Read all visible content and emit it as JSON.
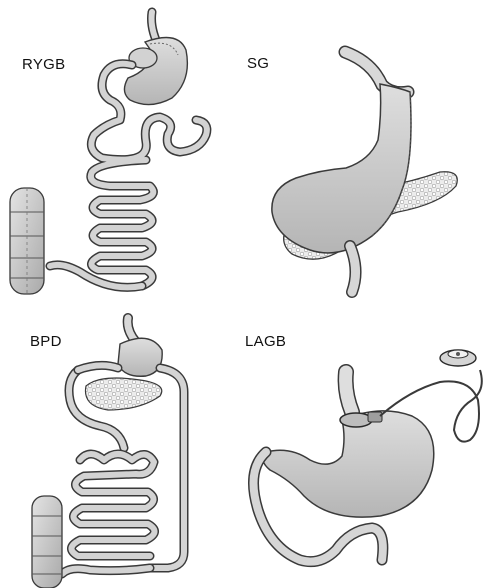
{
  "panels": {
    "rygb": {
      "label": "RYGB"
    },
    "sg": {
      "label": "SG"
    },
    "bpd": {
      "label": "BPD"
    },
    "lagb": {
      "label": "LAGB"
    }
  },
  "colors": {
    "organ_fill": "#cfcfcf",
    "organ_dark": "#8f8f8f",
    "stroke": "#3a3a3a",
    "pancreas": "#e6e6e6"
  }
}
